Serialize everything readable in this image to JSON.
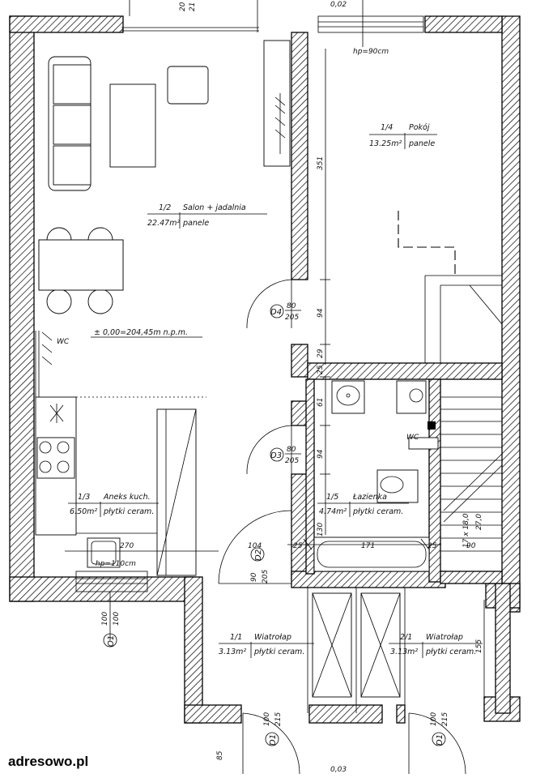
{
  "rooms": {
    "salon": {
      "number": "1/2",
      "name": "Salon + jadalnia",
      "area": "22.47m²",
      "floor": "panele"
    },
    "pokoj": {
      "number": "1/4",
      "name": "Pokój",
      "area": "13.25m²",
      "floor": "panele"
    },
    "aneks": {
      "number": "1/3",
      "name": "Aneks kuch.",
      "area": "6.50m²",
      "floor": "płytki ceram."
    },
    "lazienka": {
      "number": "1/5",
      "name": "Łazienka",
      "area": "4.74m²",
      "floor": "płytki ceram."
    },
    "wiatrolap1": {
      "number": "1/1",
      "name": "Wiatrołap",
      "area": "3.13m²",
      "floor": "płytki ceram."
    },
    "wiatrolap2": {
      "number": "2/1",
      "name": "Wiatrołap",
      "area": "3.13m²",
      "floor": "płytki ceram."
    }
  },
  "annotations": {
    "level": "± 0,00=204,45m n.p.m.",
    "hp_top": "hp=90cm",
    "hp_kitchen": "hp=110cm",
    "wc1": "WC",
    "wc2": "WC",
    "top_level": "0,02",
    "bottom_level": "0,03",
    "stairs": "17 x 18,0",
    "stairs_sub": "27,0"
  },
  "doors": {
    "d4": {
      "tag": "D4",
      "w": "80",
      "h": "205"
    },
    "d3": {
      "tag": "D3",
      "w": "80",
      "h": "205"
    },
    "d2": {
      "tag": "D2",
      "w": "90",
      "h": "205"
    },
    "d1a": {
      "tag": "D1",
      "w": "100",
      "h": "215"
    },
    "d1b": {
      "tag": "D1",
      "w": "100",
      "h": "215"
    },
    "o1": {
      "tag": "O1",
      "w": "100",
      "h": "100"
    }
  },
  "dimensions": {
    "d351": "351",
    "d94a": "94",
    "d29": "29",
    "d25a": "25",
    "d61": "61",
    "d94b": "94",
    "d130": "130",
    "d104": "104",
    "d25b": "25",
    "d171": "171",
    "d25c": "25",
    "d90": "90",
    "d270": "270",
    "d155": "155",
    "d85": "85",
    "d20": "20",
    "d21": "21"
  },
  "brand": "adresowo.pl",
  "colors": {
    "line": "#000000",
    "background": "#ffffff"
  }
}
